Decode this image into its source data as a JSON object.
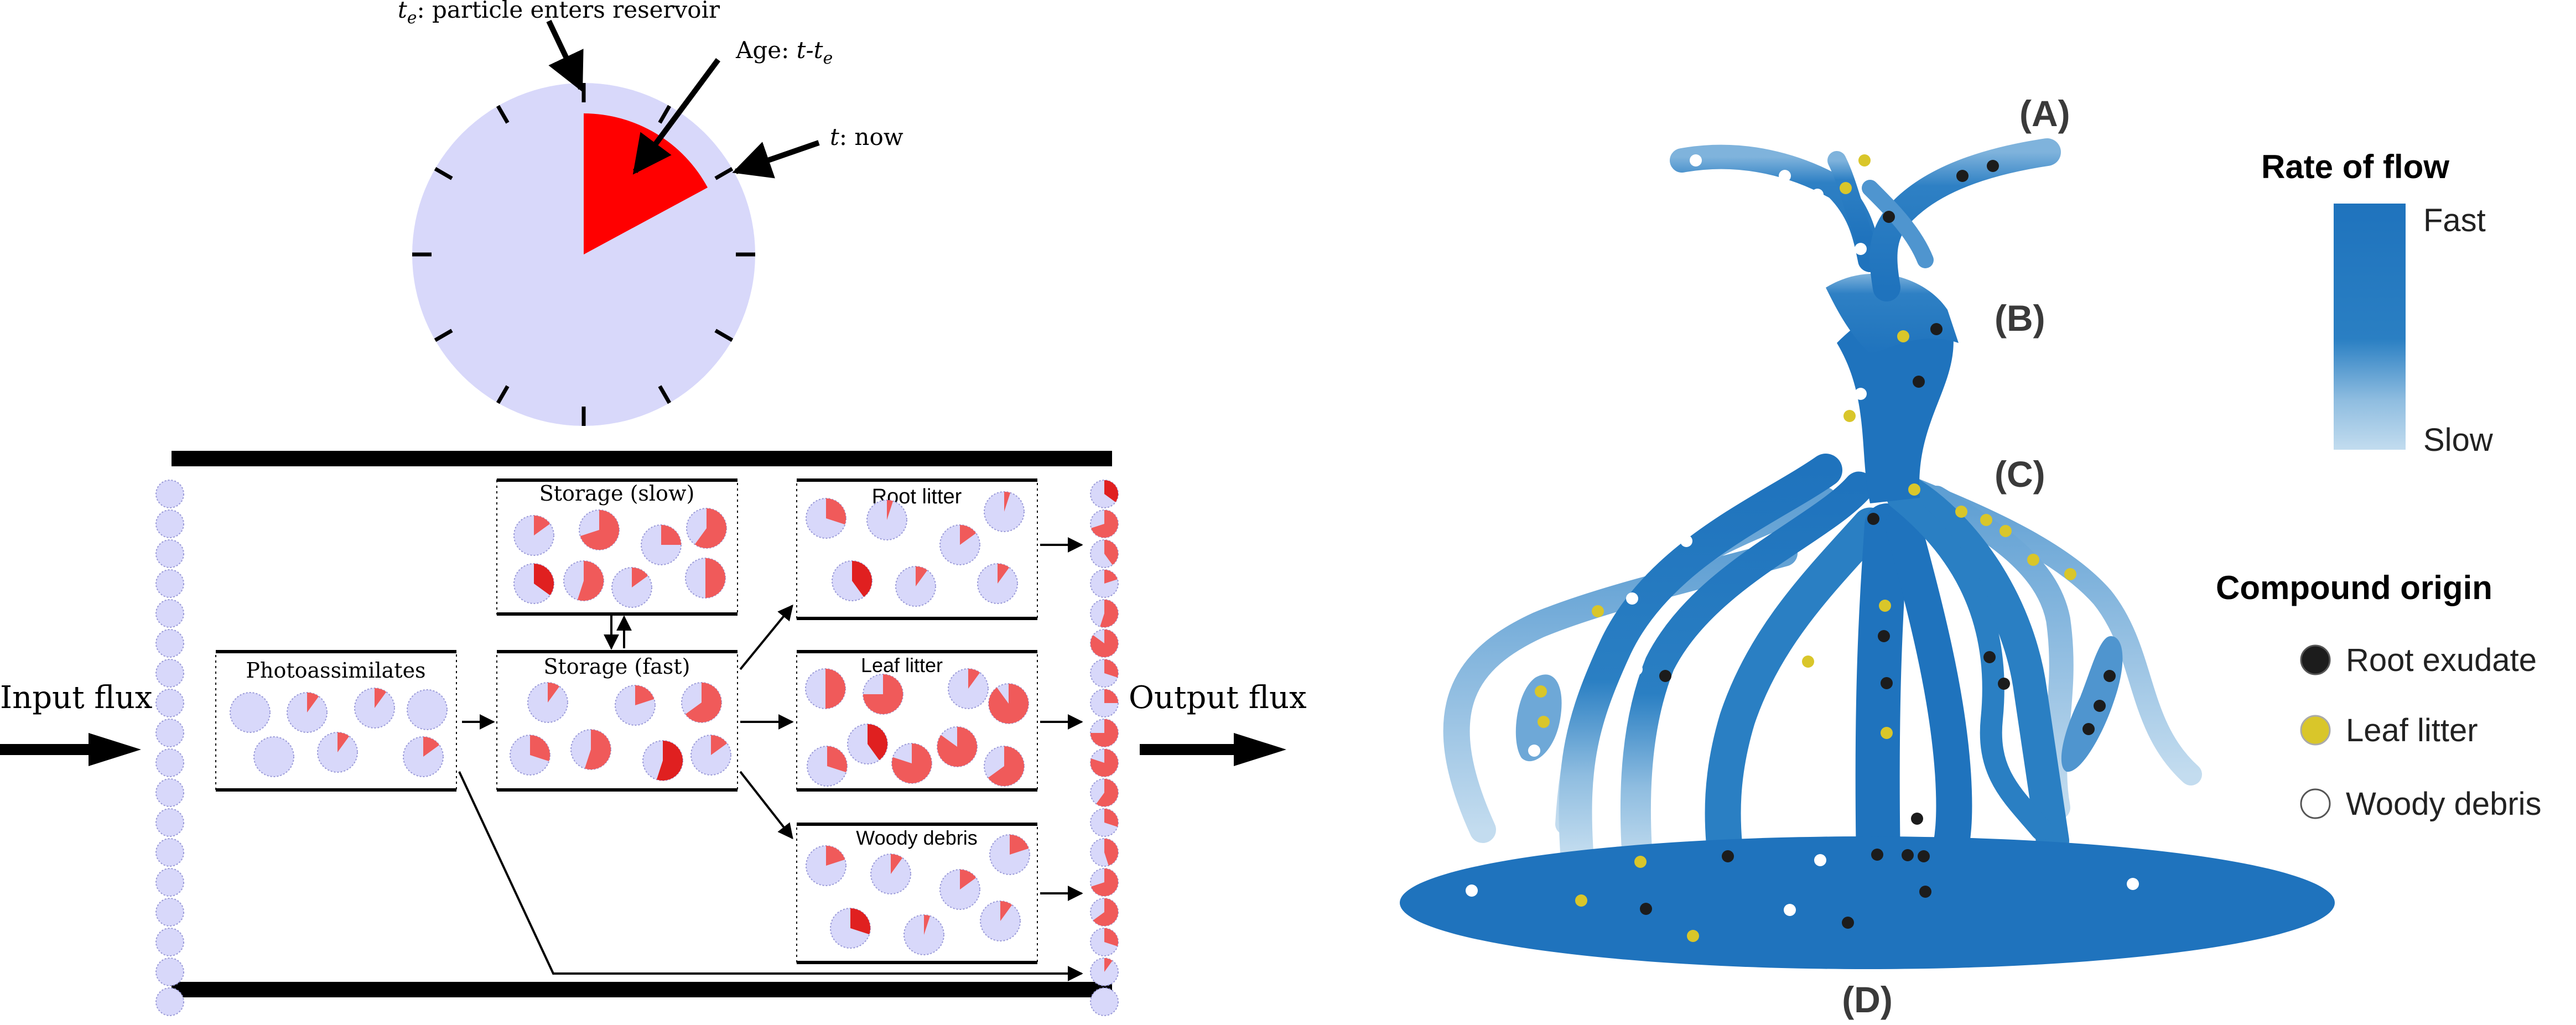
{
  "clock": {
    "label_te_symbol": "t",
    "label_te_sub": "e",
    "label_te_text": ": particle enters reservoir",
    "label_age_prefix": "Age: ",
    "label_age_t": "t",
    "label_age_dash": "-t",
    "label_age_sub": "e",
    "label_now_t": "t",
    "label_now_text": ": now"
  },
  "reservoir": {
    "input_label": "Input flux",
    "output_label": "Output flux",
    "boxes": {
      "photoassimilates": "Photoassimilates",
      "storage_slow": "Storage (slow)",
      "storage_fast": "Storage (fast)",
      "root_litter": "Root litter",
      "leaf_litter": "Leaf litter",
      "woody_debris": "Woody debris"
    }
  },
  "river": {
    "labels": {
      "a": "(A)",
      "b": "(B)",
      "c": "(C)",
      "d": "(D)"
    },
    "legend_flow_title": "Rate of flow",
    "legend_fast": "Fast",
    "legend_slow": "Slow",
    "legend_origin_title": "Compound origin",
    "origins": [
      {
        "label": "Root exudate",
        "color": "#1c1c1c"
      },
      {
        "label": "Leaf litter",
        "color": "#d9c62a"
      },
      {
        "label": "Woody debris",
        "color": "#ffffff"
      }
    ],
    "colors": {
      "fast": "#1f73bd",
      "slow": "#bcd8ec"
    }
  },
  "colors": {
    "clock_face": "#d8d8fa",
    "age_wedge": "#ff0000",
    "pie_fill": "#f05a5a"
  }
}
